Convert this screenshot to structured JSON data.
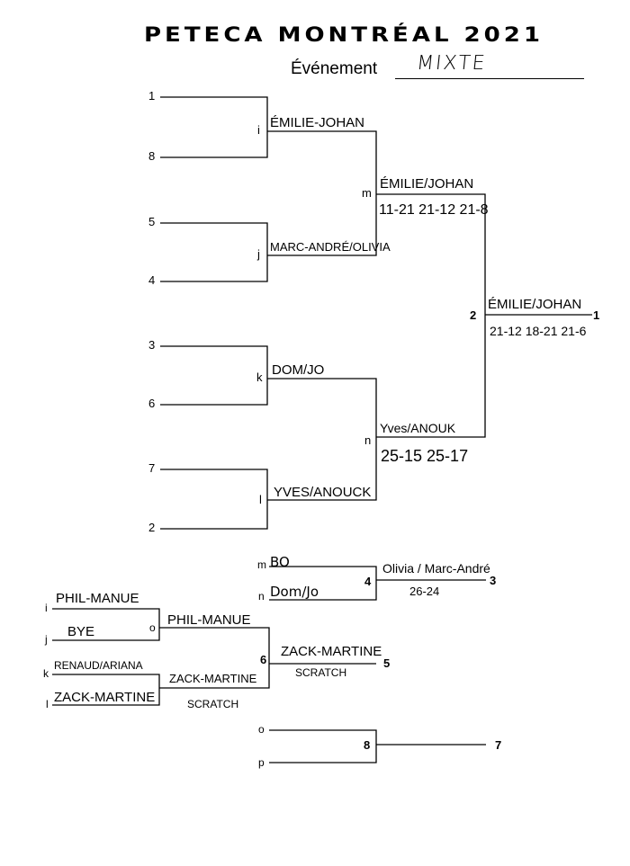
{
  "header": {
    "title": "PETECA MONTRÉAL 2021",
    "event_label": "Événement",
    "event_value": "MIXTE"
  },
  "main_bracket": {
    "seeds": [
      "1",
      "8",
      "5",
      "4",
      "3",
      "6",
      "7",
      "2"
    ],
    "quarter_matches": [
      {
        "id": "i",
        "winner": "ÉMILIE-JOHAN"
      },
      {
        "id": "j",
        "winner": "MARC-ANDRÉ/OLIVIA"
      },
      {
        "id": "k",
        "winner": "DOM/JO"
      },
      {
        "id": "l",
        "winner": "YVES/ANOUCK"
      }
    ],
    "semi_matches": [
      {
        "id": "m",
        "winner": "ÉMILIE/JOHAN",
        "score": "11-21 21-12 21-8"
      },
      {
        "id": "n",
        "winner": "Yves/ANOUK",
        "score": "25-15 25-17"
      }
    ],
    "final": {
      "id": "2",
      "winner": "ÉMILIE/JOHAN",
      "score": "21-12 18-21 21-6",
      "place": "1"
    }
  },
  "third_place": {
    "match_id": "4",
    "slots": [
      {
        "label": "m",
        "name": "BO"
      },
      {
        "label": "n",
        "name": "Dom/Jo"
      }
    ],
    "winner": "Olivia / Marc-André",
    "score": "26-24",
    "place": "3"
  },
  "consolation": {
    "slots": [
      {
        "label": "i",
        "name": "PHIL-MANUE"
      },
      {
        "label": "j",
        "name": "BYE"
      },
      {
        "label": "k",
        "name": "RENAUD/ARIANA"
      },
      {
        "label": "l",
        "name": "ZACK-MARTINE"
      }
    ],
    "match_o": {
      "id": "o",
      "winner": "PHIL-MANUE"
    },
    "match_p_winner": "ZACK-MARTINE",
    "match_p_note": "SCRATCH",
    "fifth": {
      "match_id": "6",
      "winner": "ZACK-MARTINE",
      "note": "SCRATCH",
      "place": "5"
    }
  },
  "seventh_place": {
    "match_id": "8",
    "slots": [
      {
        "label": "o"
      },
      {
        "label": "p"
      }
    ],
    "place": "7"
  }
}
